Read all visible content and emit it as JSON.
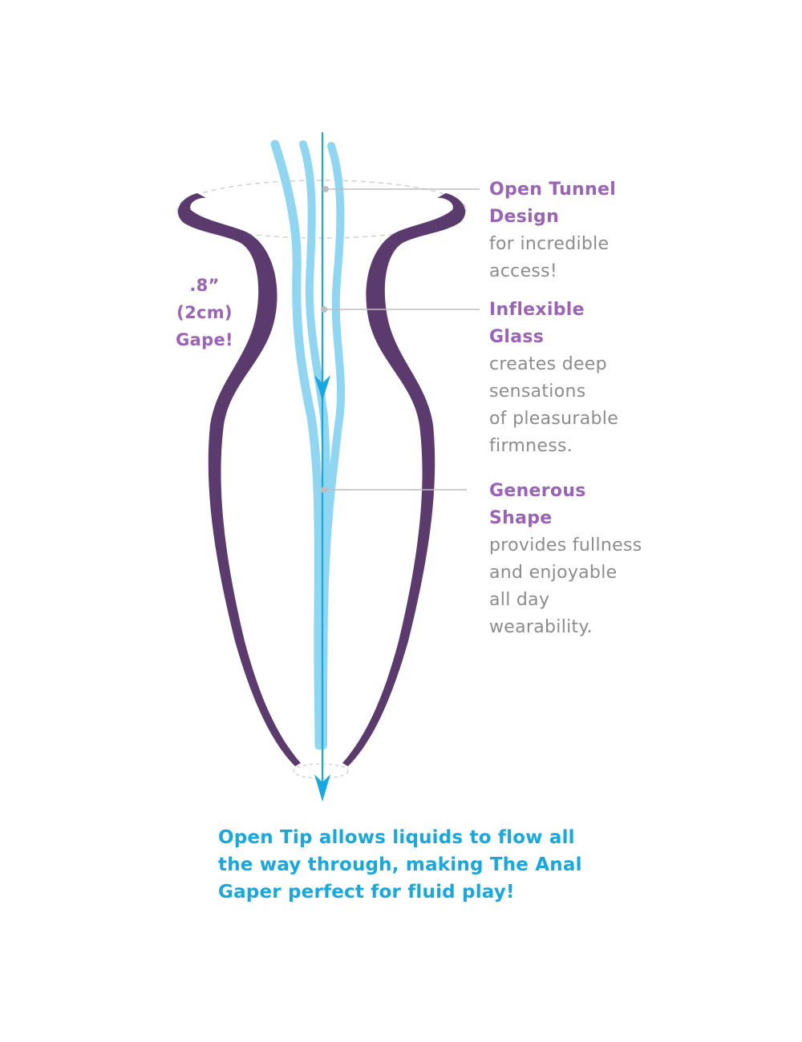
{
  "gape_label": [
    ".8”",
    "(2cm)",
    "Gape!"
  ],
  "features": [
    {
      "title_lines": [
        "Open Tunnel",
        "Design"
      ],
      "desc_lines": [
        "for incredible",
        "access!"
      ]
    },
    {
      "title_lines": [
        "Inflexible",
        "Glass"
      ],
      "desc_lines": [
        "creates deep",
        "sensations",
        "of pleasurable",
        "firmness."
      ]
    },
    {
      "title_lines": [
        "Generous",
        "Shape"
      ],
      "desc_lines": [
        "provides fullness",
        "and enjoyable",
        "all day",
        "wearability."
      ]
    }
  ],
  "footer_lines": [
    "Open Tip allows liquids to flow all",
    "the way through, making The Anal",
    "Gaper perfect for fluid play!"
  ],
  "colors": {
    "body_outline": "#5b3a6e",
    "liquid": "#8fd6f2",
    "arrow": "#17a8e0",
    "title_text": "#9a63b7",
    "desc_text": "#8c8c8c",
    "leader_line": "#bdbdbd",
    "dashed_ring": "#d4d4d4"
  },
  "icons": {
    "flow_arrow": "down-arrow-icon",
    "leader_dot": "dot-icon"
  }
}
